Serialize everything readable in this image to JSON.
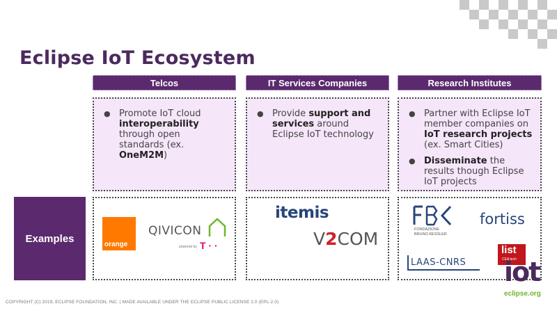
{
  "title": "Eclipse IoT Ecosystem",
  "columns": [
    {
      "header": "Telcos",
      "bullets": [
        {
          "parts": [
            {
              "text": "Promote IoT cloud ",
              "bold": false
            },
            {
              "text": "interoperability",
              "bold": true
            },
            {
              "text": " through open standards (ex. ",
              "bold": false
            },
            {
              "text": "OneM2M",
              "bold": true
            },
            {
              "text": ")",
              "bold": false
            }
          ]
        }
      ]
    },
    {
      "header": "IT Services Companies",
      "bullets": [
        {
          "parts": [
            {
              "text": "Provide ",
              "bold": false
            },
            {
              "text": "support and services",
              "bold": true
            },
            {
              "text": " around Eclipse IoT technology",
              "bold": false
            }
          ]
        }
      ]
    },
    {
      "header": "Research Institutes",
      "bullets": [
        {
          "parts": [
            {
              "text": "Partner with Eclipse IoT member companies on ",
              "bold": false
            },
            {
              "text": "IoT research projects",
              "bold": true
            },
            {
              "text": " (ex. Smart Cities)",
              "bold": false
            }
          ]
        },
        {
          "parts": [
            {
              "text": "Disseminate",
              "bold": true
            },
            {
              "text": " the results though Eclipse IoT projects",
              "bold": false
            }
          ]
        }
      ]
    }
  ],
  "examples_label": "Examples",
  "logos": {
    "orange": "orange",
    "qivicon": "QIVICON",
    "powered_by": "powered by",
    "telekom": "T · ·",
    "itemis": "itemis",
    "v2com_pre": "V",
    "v2com_2": "2",
    "v2com_post": "COM",
    "fbk_sub1": "FONDAZIONE",
    "fbk_sub2": "BRUNO KESSLER",
    "fortiss": "fortiss",
    "list": "list",
    "list_sub": "CEA tech",
    "laas": "LAAS-CNRS",
    "iot": "iot",
    "iot_sub": "eclipse.org"
  },
  "colors": {
    "brand_purple": "#5b2a6e",
    "cell_bg": "#f5e7f9",
    "orange": "#ff7900",
    "telekom_magenta": "#e20074",
    "v2com_red": "#d0202a"
  },
  "footer": "COPYRIGHT (C) 2019, ECLIPSE FOUNDATION, INC. | MADE AVAILABLE UNDER THE ECLIPSE PUBLIC LICENSE 2.0 (EPL-2.0)"
}
